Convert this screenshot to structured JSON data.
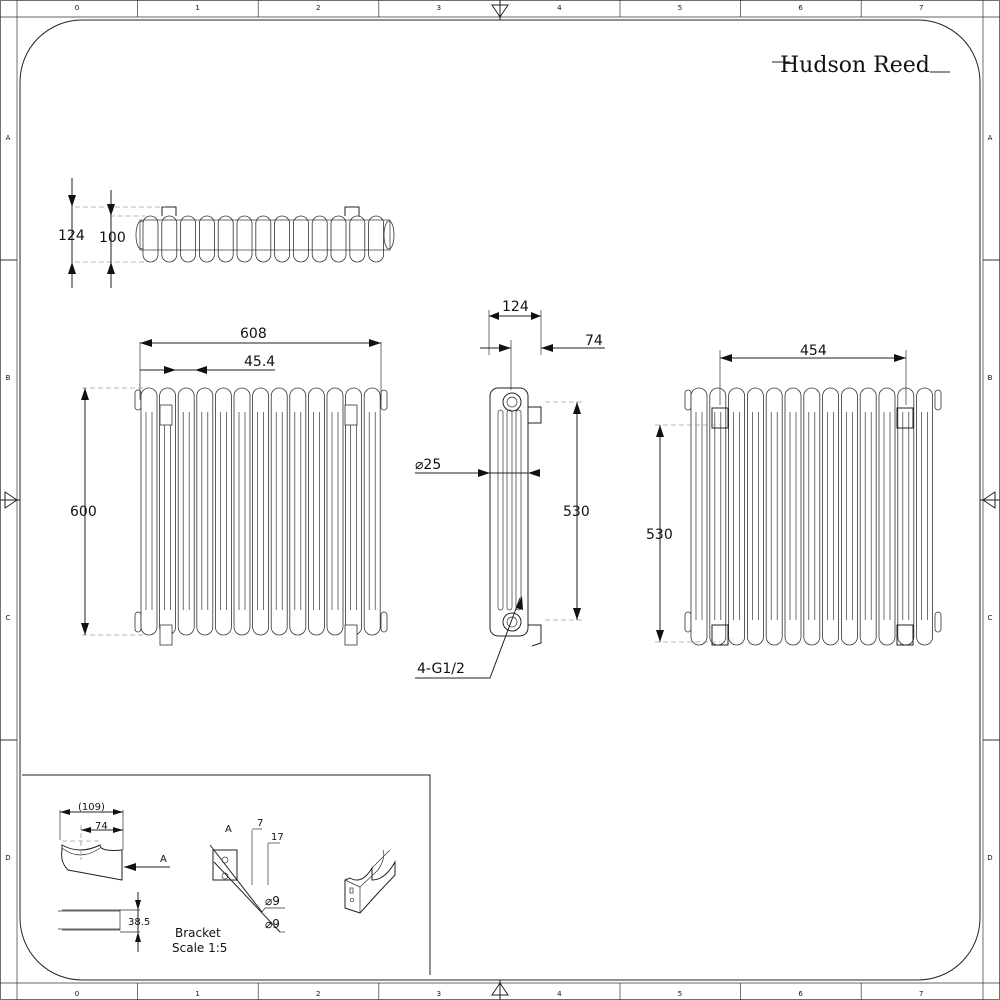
{
  "ruler": {
    "columns": [
      "0",
      "1",
      "2",
      "3",
      "4",
      "5",
      "6",
      "7"
    ],
    "rows": [
      "A",
      "B",
      "C",
      "D"
    ]
  },
  "brand": {
    "logo_text": "Hudson Reed"
  },
  "top_view": {
    "outer_depth": "124",
    "section_depth": "100",
    "sections": 13
  },
  "front_view": {
    "overall_width": "608",
    "section_pitch": "45.4",
    "height": "600"
  },
  "side_view": {
    "depth": "124",
    "wall_offset": "74",
    "tube_diameter": "⌀25",
    "centres": "530",
    "connections": "4-G1/2"
  },
  "rear_view": {
    "bracket_span": "454",
    "centres": "530"
  },
  "bracket": {
    "overall": "(109)",
    "offset": "74",
    "view_label": "A",
    "arrow_label": "A",
    "dim_7": "7",
    "dim_17": "17",
    "hole_1": "⌀9",
    "hole_2": "⌀9",
    "width": "38.5",
    "title": "Bracket",
    "scale": "Scale 1:5"
  }
}
